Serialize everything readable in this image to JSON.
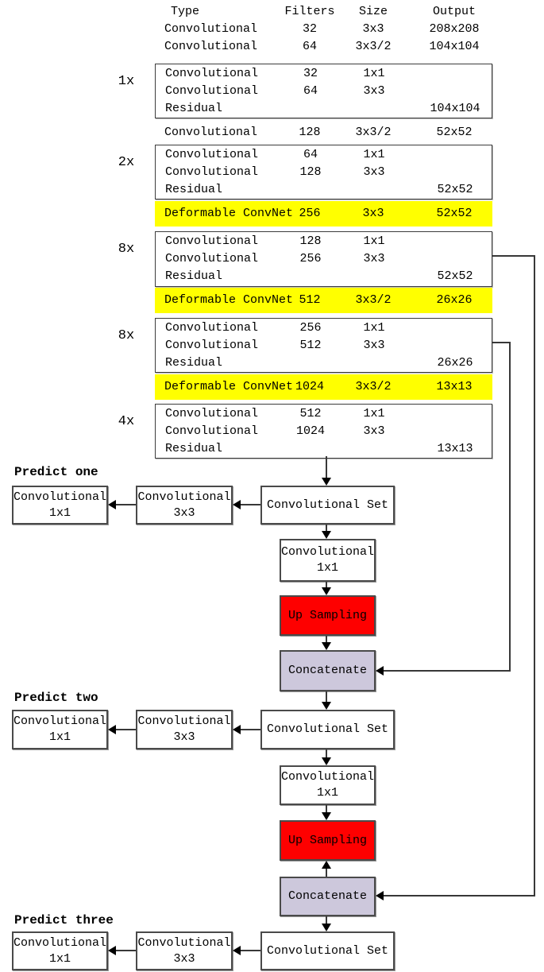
{
  "colors": {
    "deformable_highlight": "#ffff00",
    "up_sampling_box": "#fe0000",
    "concatenate_box": "#cdc8dc",
    "box_border": "#4a4a4a",
    "connector": "#383838"
  },
  "labels": {
    "convolutional": "Convolutional",
    "residual": "Residual",
    "deformable": "Deformable ConvNet",
    "conv_set": "Convolutional Set",
    "up_sampling": "Up Sampling",
    "concatenate": "Concatenate",
    "k1x1": "1x1",
    "k3x3": "3x3"
  },
  "predict": {
    "one": "Predict one",
    "two": "Predict two",
    "three": "Predict three"
  },
  "table": {
    "header": {
      "type": "Type",
      "filters": "Filters",
      "size": "Size",
      "output": "Output"
    },
    "row1": {
      "type": "Convolutional",
      "filters": "32",
      "size": "3x3",
      "output": "208x208"
    },
    "row2": {
      "type": "Convolutional",
      "filters": "64",
      "size": "3x3/2",
      "output": "104x104"
    },
    "block1": {
      "mult": "1x",
      "r1": {
        "type": "Convolutional",
        "filters": "32",
        "size": "1x1"
      },
      "r2": {
        "type": "Convolutional",
        "filters": "64",
        "size": "3x3"
      },
      "r3": {
        "type": "Residual",
        "output": "104x104"
      }
    },
    "row3": {
      "type": "Convolutional",
      "filters": "128",
      "size": "3x3/2",
      "output": "52x52"
    },
    "block2": {
      "mult": "2x",
      "r1": {
        "type": "Convolutional",
        "filters": "64",
        "size": "1x1"
      },
      "r2": {
        "type": "Convolutional",
        "filters": "128",
        "size": "3x3"
      },
      "r3": {
        "type": "Residual",
        "output": "52x52"
      }
    },
    "deform1": {
      "type": "Deformable ConvNet",
      "filters": "256",
      "size": "3x3",
      "output": "52x52"
    },
    "block3": {
      "mult": "8x",
      "r1": {
        "type": "Convolutional",
        "filters": "128",
        "size": "1x1"
      },
      "r2": {
        "type": "Convolutional",
        "filters": "256",
        "size": "3x3"
      },
      "r3": {
        "type": "Residual",
        "output": "52x52"
      }
    },
    "deform2": {
      "type": "Deformable ConvNet",
      "filters": "512",
      "size": "3x3/2",
      "output": "26x26"
    },
    "block4": {
      "mult": "8x",
      "r1": {
        "type": "Convolutional",
        "filters": "256",
        "size": "1x1"
      },
      "r2": {
        "type": "Convolutional",
        "filters": "512",
        "size": "3x3"
      },
      "r3": {
        "type": "Residual",
        "output": "26x26"
      }
    },
    "deform3": {
      "type": "Deformable ConvNet",
      "filters": "1024",
      "size": "3x3/2",
      "output": "13x13"
    },
    "block5": {
      "mult": "4x",
      "r1": {
        "type": "Convolutional",
        "filters": "512",
        "size": "1x1"
      },
      "r2": {
        "type": "Convolutional",
        "filters": "1024",
        "size": "3x3"
      },
      "r3": {
        "type": "Residual",
        "output": "13x13"
      }
    }
  }
}
